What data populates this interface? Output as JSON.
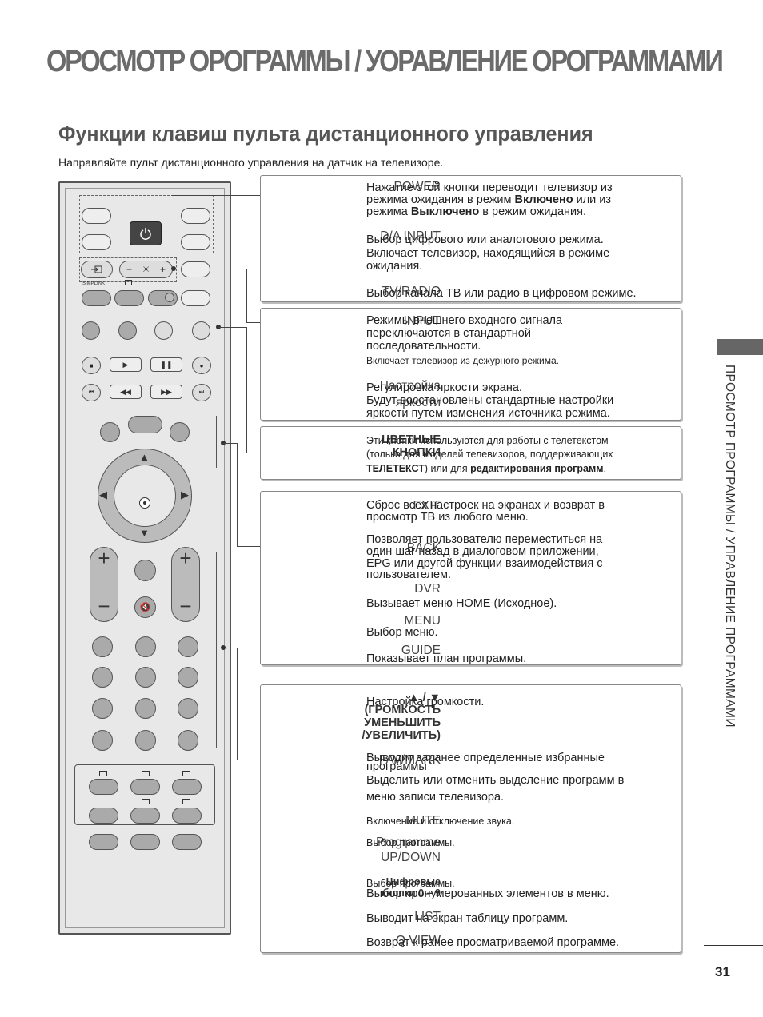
{
  "header": {
    "title": "ОРОСМОТР ОРОГРАММЫ / УОРАВЛЕНИЕ ОРОГРАММАМИ",
    "section_title": "Функции клавиш пульта дистанционного управления",
    "intro": "Направляйте пульт дистанционного управления на датчик на телевизоре."
  },
  "side_tab": {
    "text": "ПРОСМОТР ПРОГРАММЫ / УПРАВЛЕНИЕ ПРОГРАММАМИ"
  },
  "page_number": "31",
  "remote": {
    "simplink_label": "SIMPLINK",
    "bright_minus": "−",
    "bright_plus": "+",
    "vol_plus": "+",
    "vol_minus": "−"
  },
  "panel1": {
    "power_key": "POWER",
    "power_l1": "Нажатие этой кнопки переводит телевизор из",
    "power_l2a": "режима ожидания в режим ",
    "power_l2b": "Включено",
    "power_l2c": " или из",
    "power_l3a": "режима ",
    "power_l3b": "Выключено",
    "power_l3c": " в режим ожидания.",
    "da_key": "D/A INPUT",
    "da_l1": "Выбор цифрового или аналогового режима.",
    "da_l2": "Включает телевизор, находящийся в режиме",
    "da_l3": "ожидания.",
    "tv_key": "TV/RADIO",
    "tv_l1": "Выбор канала ТВ или радио в цифровом режиме."
  },
  "panel2": {
    "input_key": "INPUT",
    "input_l1": "Режимы внешнего входного сигнала",
    "input_l2": "переключаются в стандартной",
    "input_l3": "последовательности.",
    "input_l4": "Включает телевизор из дежурного режима.",
    "bright_key1": "Настройка",
    "bright_key2": "яркости",
    "bright_l1": "Регулировка яркости экрана.",
    "bright_l2": "Будут восстановлены стандартные настройки",
    "bright_l3": "яркости путем изменения источника режима."
  },
  "panel3": {
    "key1": "ЦВЕТНЫЕ",
    "key2": "КНОПКИ",
    "l1": "Эти кнопки используются для работы с телетекстом",
    "l2": "(только для моделей телевизоров, поддерживающих",
    "l3a": "ТЕЛЕТЕКСТ",
    "l3b": ") или для ",
    "l3c": "редактирования программ",
    "l3d": "."
  },
  "panel4": {
    "exit_key": "EXIT",
    "exit_l1": "Сброс всех настроек на экранах и возврат в",
    "exit_l2": "просмотр ТВ из любого меню.",
    "back_key": "BACK",
    "back_l1": "Позволяет пользователю переместиться на",
    "back_l2": "один шаг назад в диалоговом приложении,",
    "back_l3": "EPG или другой функции взаимодействия с",
    "back_l4": "пользователем.",
    "dvr_key": "DVR",
    "dvr_l1": "Вызывает меню HOME (Исходное).",
    "menu_key": "MENU",
    "menu_l1": "Выбор меню.",
    "guide_key": "GUIDE",
    "guide_l1": "Показывает план программы."
  },
  "panel5": {
    "vol_key0": "▲ / ▼",
    "vol_key1": "(ГРОМКОСТЬ",
    "vol_key2": "УМЕНЬШИТЬ",
    "vol_key3": "/УВЕЛИЧИТЬ)",
    "vol_l1": "Настройка громкости.",
    "fav_key": "FAV/MARK",
    "fav_l1": "Выводит заранее определенные избранные",
    "fav_l2": "программы",
    "fav_l3": "Выделить или отменить выделение программ в",
    "fav_l4": "меню записи телевизора.",
    "mute_key": "MUTE",
    "mute_l1": "Включение и отключение звука.",
    "prog_key1": "Programme",
    "prog_key2": "UP/DOWN",
    "prog_l1": "Выбор программы.",
    "num_key1": "Цифровые",
    "num_key2": "кнопки 0 – 9",
    "num_l1": "Выбор программы.",
    "num_l2": "Выбор пронумерованных элементов в меню.",
    "list_key": "LIST",
    "list_l1": "Выводит на экран таблицу программ.",
    "qview_key": "Q.VIEW",
    "qview_l1": "Возврат к ранее просматриваемой программе."
  }
}
